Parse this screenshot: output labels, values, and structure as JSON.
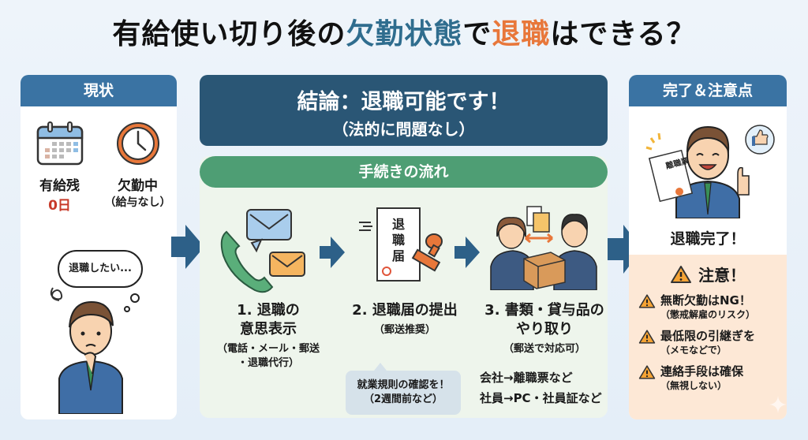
{
  "title": {
    "part1": "有給使い切り後の",
    "part2": "欠勤状態",
    "part3": "で",
    "part4": "退職",
    "part5": "はできる？"
  },
  "colors": {
    "primary_blue": "#3a73a3",
    "dark_blue": "#2a5675",
    "green": "#4e9e74",
    "orange": "#e8773a",
    "red": "#c73a2a",
    "caution_bg": "#fde8d6"
  },
  "left_panel": {
    "header": "現状",
    "items": [
      {
        "icon": "calendar-icon",
        "label": "有給残",
        "sub": "0日"
      },
      {
        "icon": "clock-icon",
        "label": "欠勤中",
        "sub": "（給与なし）"
      }
    ],
    "thought_bubble": "退職したい..."
  },
  "conclusion": {
    "main": "結論：退職可能です！",
    "sub": "（法的に問題なし）"
  },
  "flow": {
    "header": "手続きの流れ",
    "steps": [
      {
        "icon": "phone-mail-icon",
        "title_line1": "1. 退職の",
        "title_line2": "意思表示",
        "note_line1": "（電話・メール・郵送",
        "note_line2": "・退職代行）"
      },
      {
        "icon": "resignation-letter-icon",
        "title_line1": "2. 退職届の提出",
        "note_line1": "（郵送推奨）",
        "doc_text": "退職届"
      },
      {
        "icon": "handover-icon",
        "title_line1": "3. 書類・貸与品の",
        "title_line2": "やり取り",
        "note_line1": "（郵送で対応可）"
      }
    ],
    "tip_line1": "就業規則の確認を！",
    "tip_line2": "（2週間前など）",
    "exchange_line1": "会社→離職票など",
    "exchange_line2": "社員→PC・社員証など"
  },
  "right_panel": {
    "header": "完了＆注意点",
    "doc_text": "離職票",
    "done_label": "退職完了！",
    "caution_header": "注意！",
    "cautions": [
      {
        "main": "無断欠勤はNG！",
        "sub": "（懲戒解雇のリスク）"
      },
      {
        "main": "最低限の引継ぎを",
        "sub": "（メモなどで）"
      },
      {
        "main": "連絡手段は確保",
        "sub": "（無視しない）"
      }
    ]
  }
}
